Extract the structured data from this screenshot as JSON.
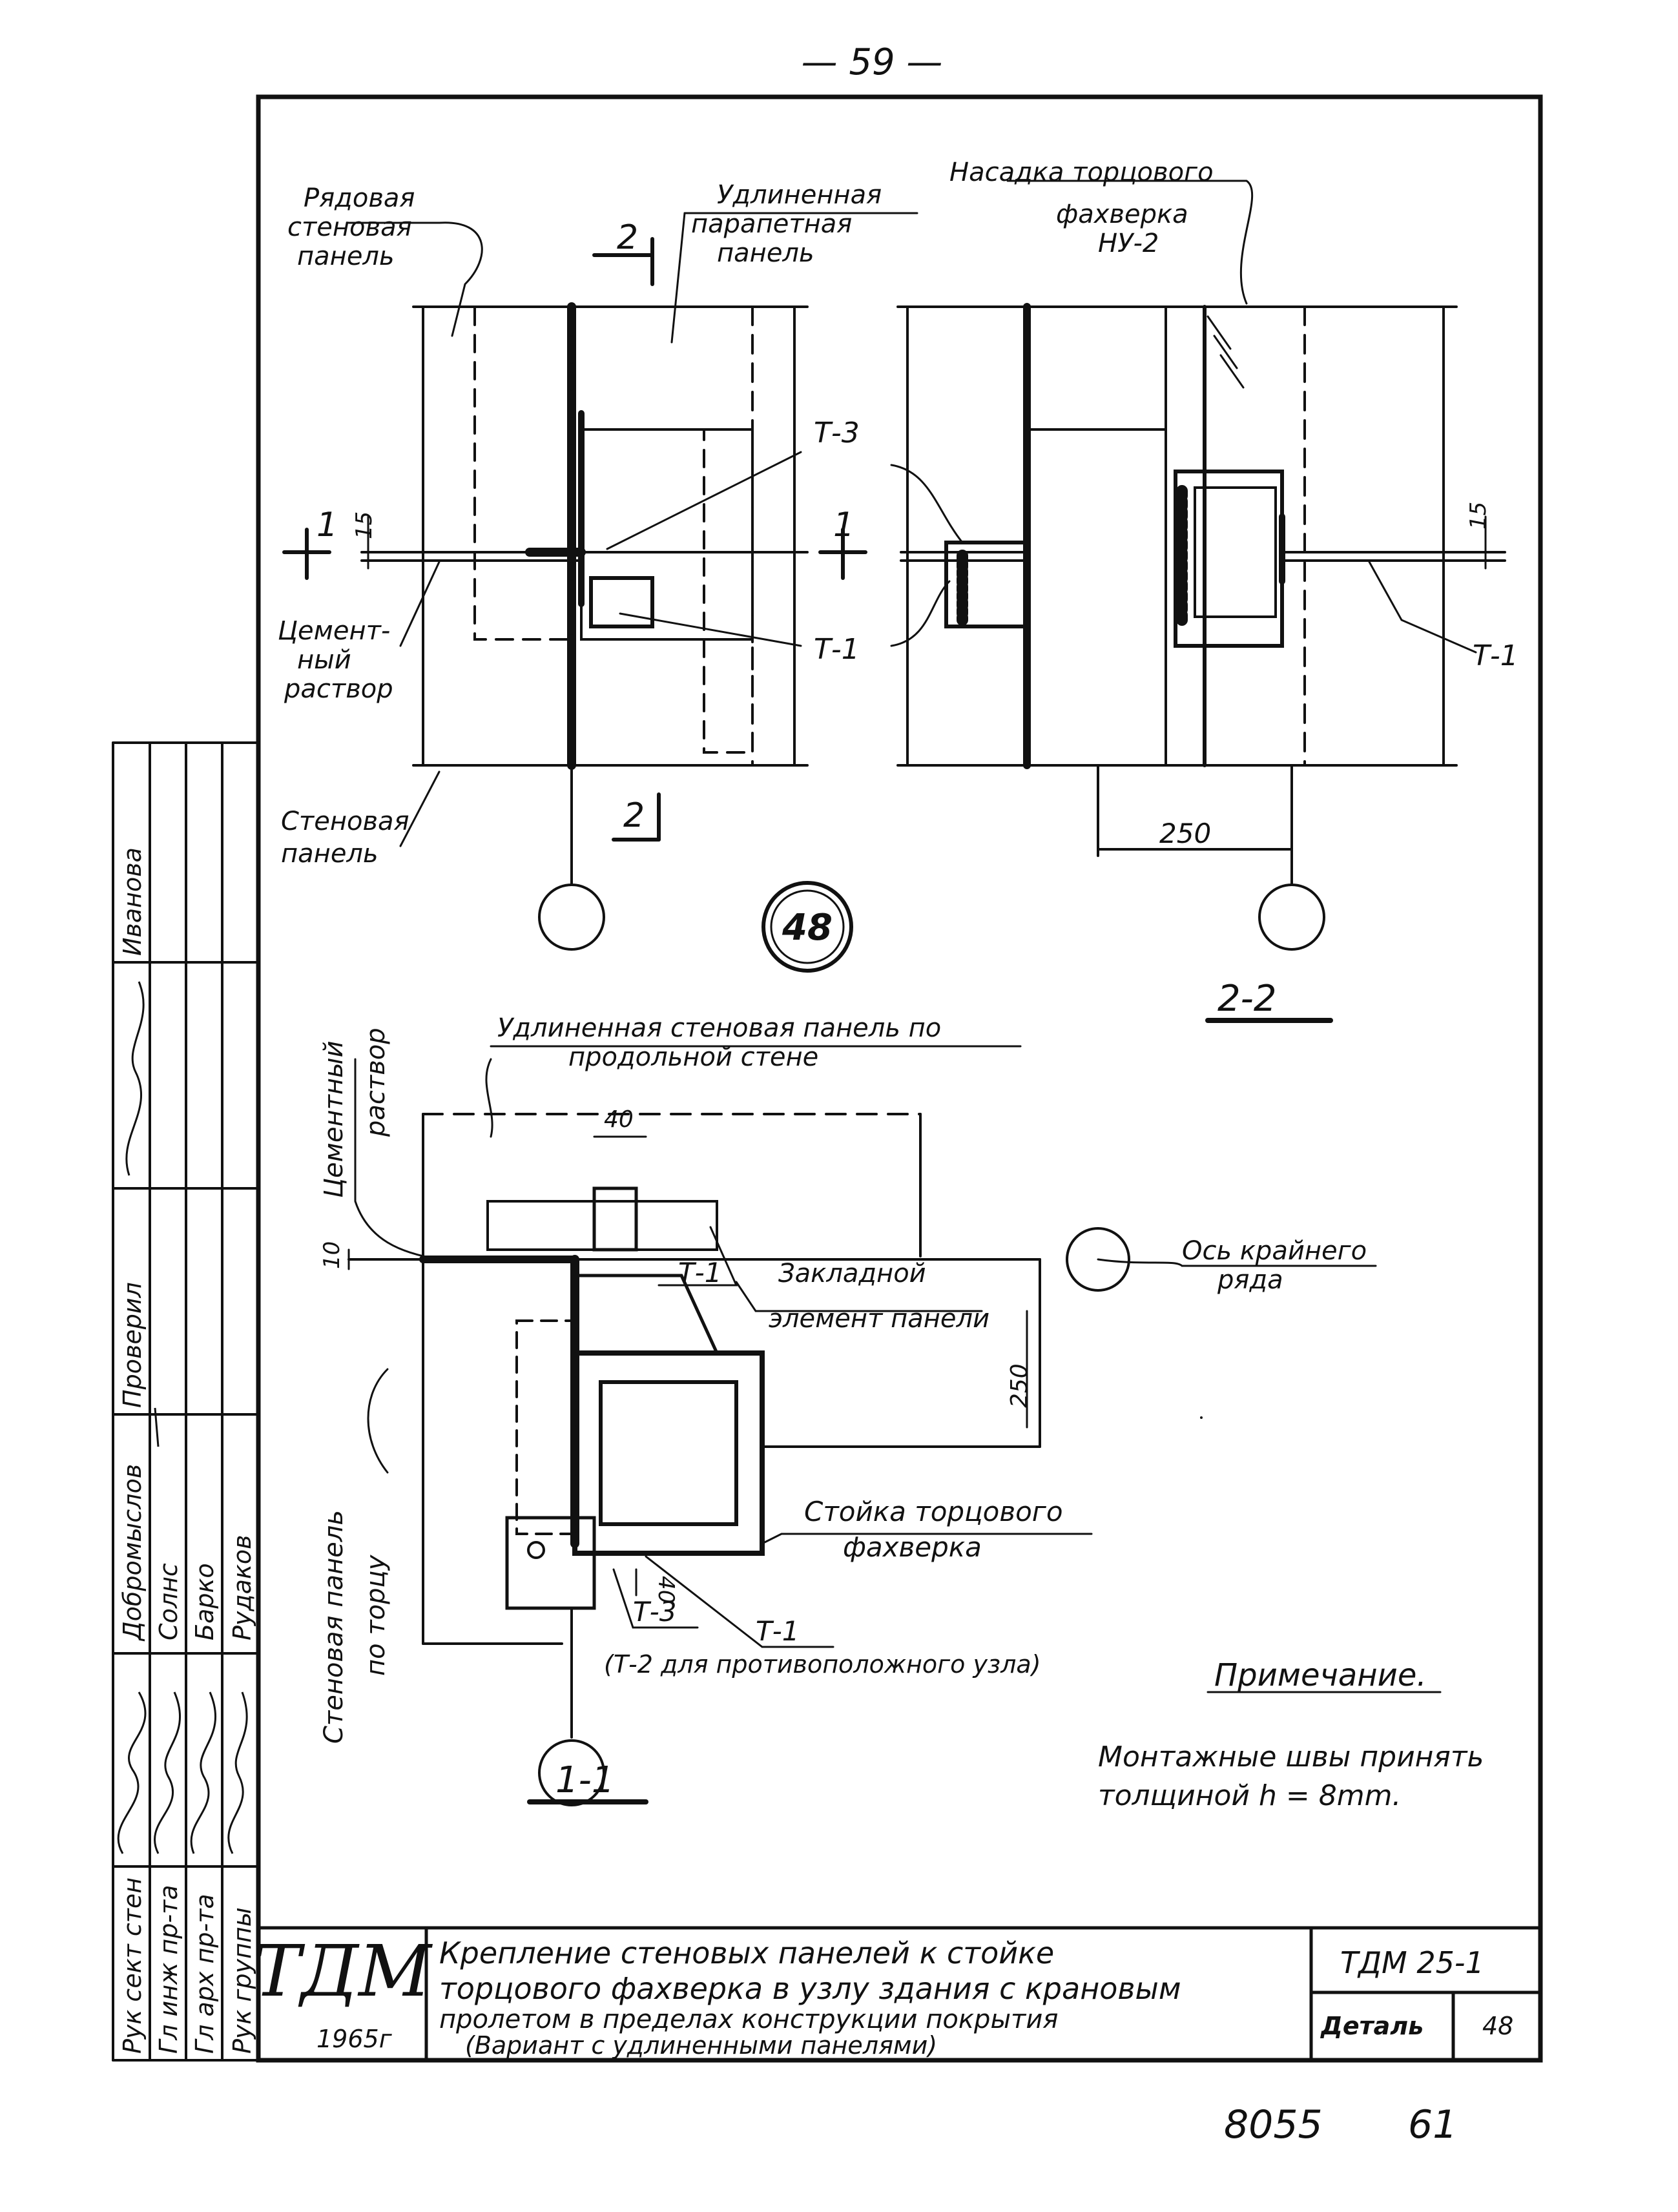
{
  "page_number": "— 59 —",
  "labels": {
    "row_panel": [
      "Рядовая",
      "стеновая",
      "панель"
    ],
    "extended_parapet_panel": [
      "Удлиненная",
      "парапетная",
      "панель"
    ],
    "wind_frame_cap": [
      "Насадка торцового",
      "фахверка",
      "НУ-2"
    ],
    "cement_mortar_top": [
      "Цемент-",
      "ный",
      "раствор"
    ],
    "wall_panel_top": [
      "Стеновая",
      "панель"
    ],
    "t3_top": "Т-3",
    "t1_top_left": "Т-1",
    "t1_top_right": "Т-1",
    "section_mark_2": "2",
    "section_mark_1": "1",
    "dim_15_left": "15",
    "dim_15_right": "15",
    "dim_250_top": "250",
    "node_number": "48",
    "section_2_2": "2-2",
    "section_1_1": "1-1",
    "extended_wall_panel": [
      "Удлиненная стеновая панель по",
      "продольной стене"
    ],
    "cement_mortar_side": [
      "Цементный",
      "раствор"
    ],
    "dim_40_top": "40",
    "dim_10": "10",
    "dim_250_side": "250",
    "dim_40_bottom": "40",
    "t1_mid": "Т-1",
    "embedded_element": [
      "Закладной",
      "элемент панели"
    ],
    "outer_row_axis": [
      "Ось крайнего",
      "ряда"
    ],
    "end_wind_column": [
      "Стойка торцового",
      "фахверка"
    ],
    "t3_bottom": "Т-3",
    "t1_bottom": "Т-1",
    "t2_note": "(Т-2 для противоположного узла)",
    "end_wall_panel": [
      "Стеновая панель",
      "по торцу"
    ]
  },
  "note": {
    "heading": "Примечание.",
    "text": [
      "Монтажные швы принять",
      "толщиной h = 8mm."
    ]
  },
  "signatures": {
    "roles": [
      "Рук сект стен",
      "Гл инж пр-та",
      "Гл арх пр-та",
      "Рук группы"
    ],
    "names": [
      "Добромыслов",
      "Солнс",
      "Барко",
      "Рудаков"
    ],
    "checked": "Проверил",
    "top_names": [
      "Иванова"
    ]
  },
  "title_block": {
    "logo": "ТДМ",
    "year": "1965г",
    "title": [
      "Крепление стеновых панелей к стойке",
      "торцового фахверка в узлу здания с крановым",
      "пролетом в пределах конструкции покрытия",
      "(Вариант с удлиненными панелями)"
    ],
    "series": "ТДМ 25-1",
    "detail_label": "Деталь",
    "detail_number": "48"
  },
  "footer": {
    "archive": "8055",
    "sheet": "61"
  }
}
